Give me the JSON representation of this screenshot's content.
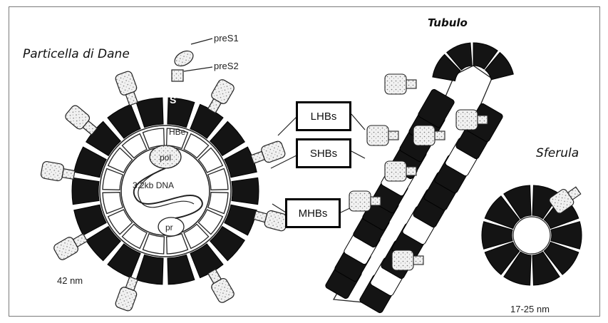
{
  "labels": {
    "dane": "Particella di Dane",
    "tubulo": "Tubulo",
    "sferula": "Sferula",
    "preS1": "preS1",
    "preS2": "preS2",
    "S": "S",
    "HBe": "HBe",
    "pol": "pol",
    "dna": "3.2kb DNA",
    "pr": "pr",
    "size_dane": "42 nm",
    "size_sferula": "17-25 nm"
  },
  "boxes": {
    "lhbs": "LHBs",
    "shbs": "SHBs",
    "mhbs": "MHBs"
  }
}
